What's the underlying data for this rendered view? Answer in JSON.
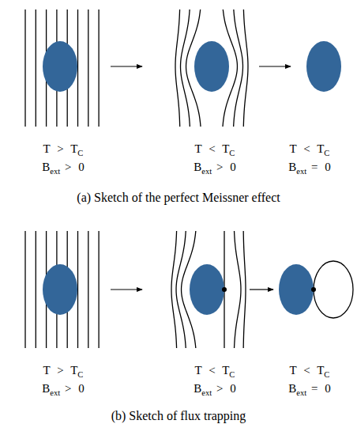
{
  "diagram": {
    "labels": [
      "T > T",
      "C",
      "B",
      "ext",
      "> 0",
      "T < T",
      "C",
      "B",
      "ext",
      "> 0",
      "T < T",
      "C",
      "B",
      "ext",
      "= 0",
      "(a) Sketch of the perfect Meissner effect",
      "T > T",
      "C",
      "B",
      "ext",
      "> 0",
      "T < T",
      "C",
      "B",
      "ext",
      "> 0",
      "T < T",
      "C",
      "B",
      "ext",
      "= 0",
      "(b) Sketch of flux trapping"
    ]
  }
}
